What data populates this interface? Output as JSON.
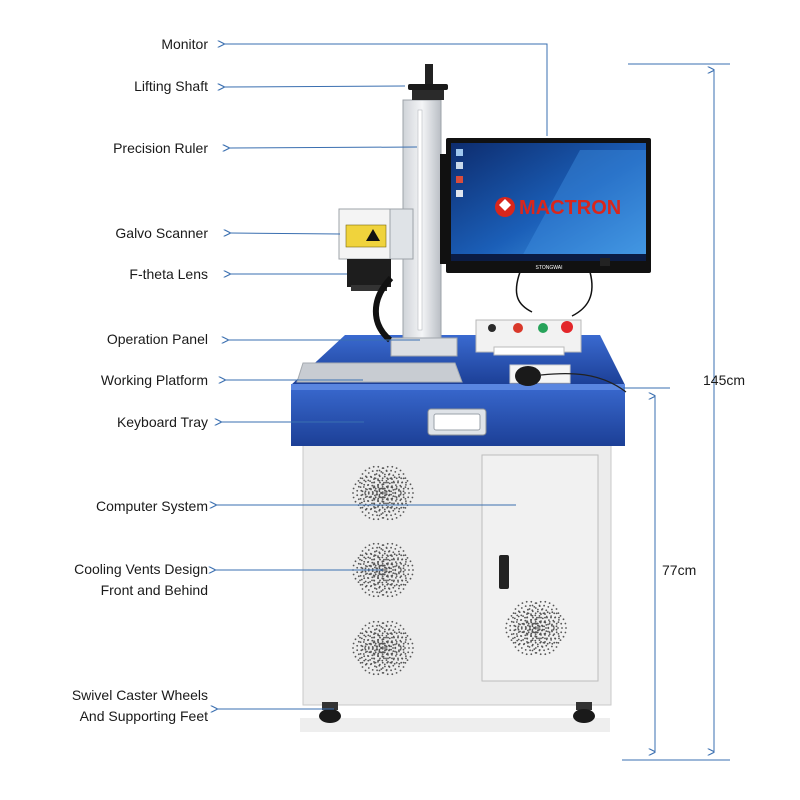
{
  "labels": {
    "monitor": "Monitor",
    "lifting_shaft": "Lifting Shaft",
    "precision_ruler": "Precision Ruler",
    "galvo_scanner": "Galvo Scanner",
    "f_theta_lens": "F-theta Lens",
    "operation_panel": "Operation Panel",
    "working_platform": "Working Platform",
    "keyboard_tray": "Keyboard Tray",
    "computer_system": "Computer System",
    "cooling_vents_line1": "Cooling Vents Design",
    "cooling_vents_line2": "Front and Behind",
    "casters_line1": "Swivel Caster Wheels",
    "casters_line2": "And Supporting Feet"
  },
  "dimensions": {
    "total_height": "145cm",
    "table_height": "77cm"
  },
  "monitor_screen": {
    "brand": "MACTRON",
    "bezel_text": "STONGWAI"
  },
  "colors": {
    "leader_line": "#3a6fb0",
    "cabinet_blue": "#2350b5",
    "cabinet_white": "#ececec",
    "screen_blue": "#1b5fb8"
  }
}
